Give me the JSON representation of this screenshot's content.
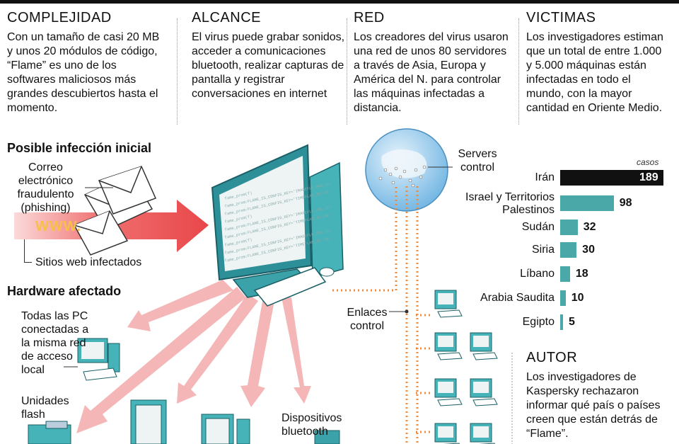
{
  "columns": [
    {
      "title": "COMPLEJIDAD",
      "text": "Con un tamaño de casi 20 MB y unos 20 módulos de código, “Flame” es uno de los softwares maliciosos más grandes descubiertos hasta el momento."
    },
    {
      "title": "ALCANCE",
      "text": "El virus puede grabar sonidos, acceder a comunicaciones bluetooth, realizar capturas de pantalla y registrar conversaciones en internet"
    },
    {
      "title": "RED",
      "text": "Los creadores del virus usaron una red de unos 80 servidores a través de Asia, Europa y América del N. para controlar las máquinas infectadas a distancia."
    },
    {
      "title": "VICTIMAS",
      "text": "Los investigadores estiman que un total de entre 1.000 y 5.000 máquinas están infectadas en todo el mundo, con la mayor cantidad en Oriente Medio."
    }
  ],
  "infection": {
    "title": "Posible infección inicial",
    "email_label": "Correo electrónico fraudulento (phishing)",
    "web_text": "WWW.",
    "web_label": "Sitios web infectados"
  },
  "hardware": {
    "title": "Hardware afectado",
    "pcs_label": "Todas las PC conectadas a la misma red de acceso local",
    "flash_label": "Unidades flash",
    "bluetooth_label": "Dispositivos bluetooth"
  },
  "network": {
    "servers_label": "Servers control",
    "links_label": "Enlaces control"
  },
  "screen_code": [
    "fame_prom(f)",
    "fame_prom:FLAME_IS_CONFIG_KEY='IMAGEFLK_AME_ID'",
    "fame_prom:FLAME_IS_CONFIG_KEY='TIMEFLAM_ID'(SE",
    "fame_prom(f)",
    "fame_prom:FLAME_IS_CONFIG_KEY='IMAGEFLK_AME_ID'",
    "fame_prom:FLAME_IS_CONFIG_KEY='TIMEFLAM_ID'(SE",
    "fame_prom(f)",
    "fame_prom:FLAME_IS_CONFIG_KEY='IMAGEFLK_AME_ID'",
    "fame_prom:FLAME_IS_CONFIG_KEY='TIMEFLAM_ID'(SE"
  ],
  "chart_data": {
    "type": "bar",
    "unit_label": "casos",
    "categories": [
      "Irán",
      "Israel y Territorios Palestinos",
      "Sudán",
      "Siria",
      "Líbano",
      "Arabia Saudita",
      "Egipto"
    ],
    "values": [
      189,
      98,
      32,
      30,
      18,
      10,
      5
    ],
    "highlight_color": "#111111",
    "bar_color": "#4aa8a8"
  },
  "author": {
    "title": "AUTOR",
    "text": "Los investigadores de Kaspersky rechazaron informar qué país o países creen que están detrás de “Flame”."
  },
  "colors": {
    "arrow": "#f4b6b6",
    "arrow_red": "#e8474a",
    "teal": "#45b3b8",
    "dotted": "#f08a3c",
    "globe": "#8cc6ea"
  }
}
